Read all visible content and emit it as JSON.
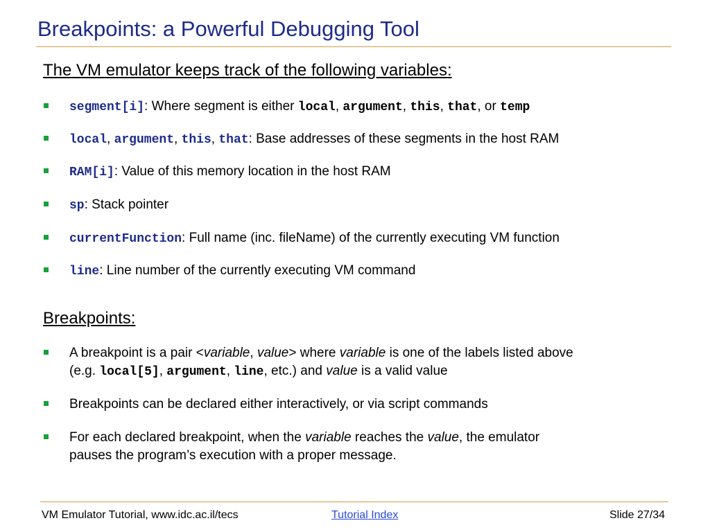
{
  "slide": {
    "title": "Breakpoints: a Powerful Debugging Tool",
    "section1": {
      "heading": "The VM emulator keeps track of the following variables:",
      "items": [
        {
          "code": "segment[i]",
          "t1": ":  Where segment is either ",
          "c1": "local",
          "t2": ", ",
          "c2": "argument",
          "t3": ", ",
          "c3": "this",
          "t4": ", ",
          "c4": "that",
          "t5": ", or ",
          "c5": "temp"
        },
        {
          "c1": "local",
          "t1": ", ",
          "c2": "argument",
          "t2": ", ",
          "c3": "this",
          "t3": ", ",
          "c4": "that",
          "t4": ": Base addresses of these segments in the host RAM"
        },
        {
          "code": "RAM[i]",
          "text": ":  Value of this memory location in the host RAM"
        },
        {
          "code": "sp",
          "text": ": Stack pointer"
        },
        {
          "code": "currentFunction",
          "text": ": Full name (inc. fileName) of the currently executing VM function"
        },
        {
          "code": "line",
          "text": ":  Line number of the currently executing VM command"
        }
      ]
    },
    "section2": {
      "heading": "Breakpoints:",
      "items": [
        {
          "t1": "A breakpoint is a pair <",
          "i1": "variable",
          "t2": ", ",
          "i2": "value",
          "t3": "> where ",
          "i3": "variable",
          "t4": " is one of the labels listed above",
          "t5": "(e.g. ",
          "c1": "local[5]",
          "t6": ", ",
          "c2": "argument",
          "t7": ", ",
          "c3": "line",
          "t8": ", etc.) and ",
          "i4": "value",
          "t9": " is a valid value"
        },
        {
          "text": "Breakpoints can be declared either interactively, or via script commands"
        },
        {
          "t1": "For each declared breakpoint, when the ",
          "i1": "variable",
          "t2": " reaches the ",
          "i2": "value",
          "t3": ", the emulator",
          "t4": "pauses the program’s execution with a proper message."
        }
      ]
    }
  },
  "footer": {
    "left": "VM Emulator Tutorial, www.idc.ac.il/tecs",
    "link": "Tutorial Index",
    "right": "Slide 27/34"
  },
  "colors": {
    "title": "#1d2b8a",
    "code_blue": "#1d2b8a",
    "bullet": "#16a13a",
    "rule": "#d29a4a",
    "link": "#2b4bd9"
  }
}
